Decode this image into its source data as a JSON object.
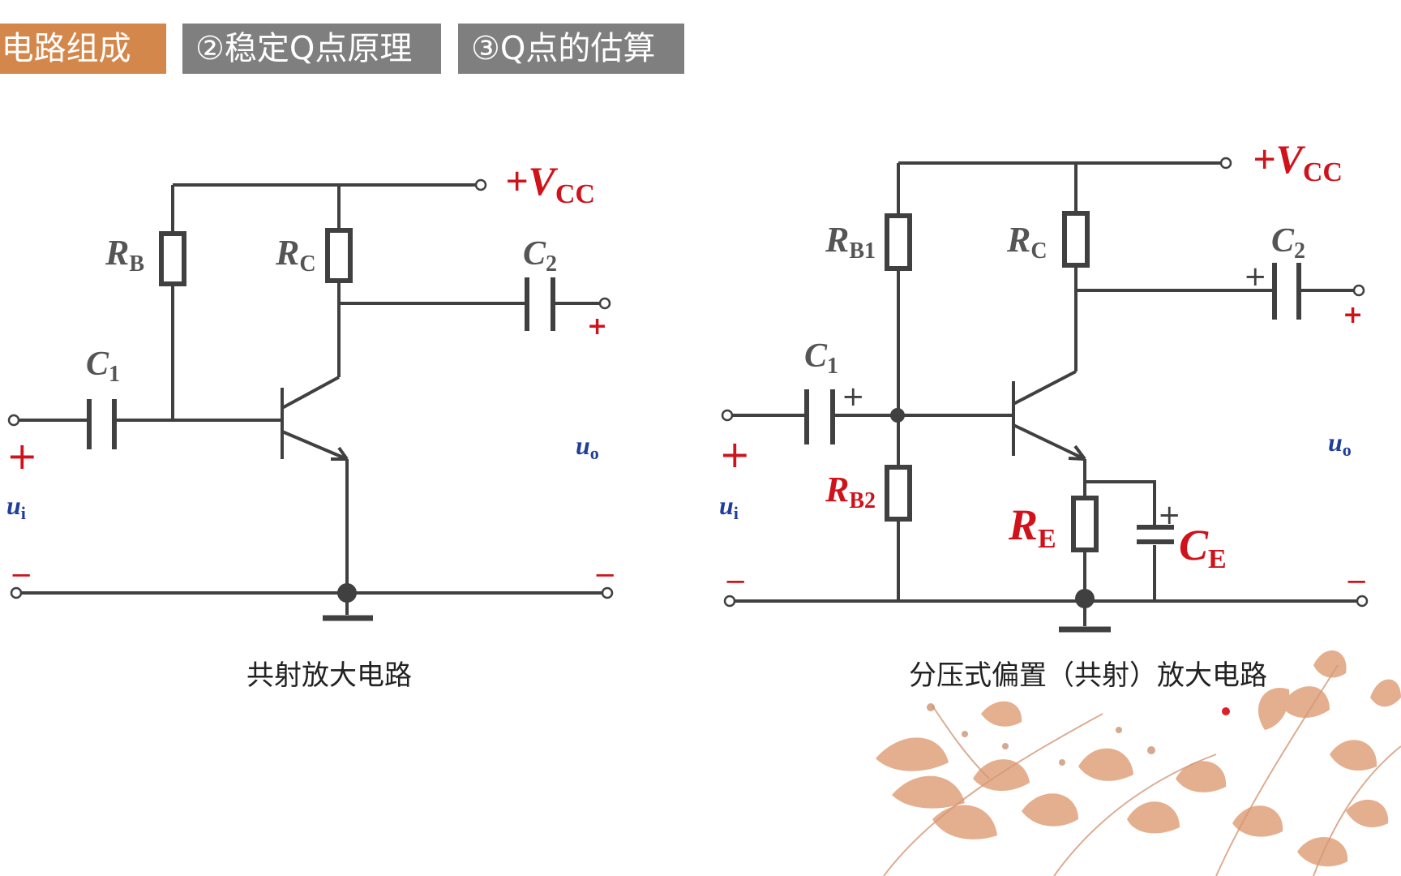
{
  "tabs": [
    {
      "label": ")电路组成",
      "active": true
    },
    {
      "label": "②稳定Q点原理",
      "active": false
    },
    {
      "label": "③Q点的估算",
      "active": false
    }
  ],
  "colors": {
    "active_tab": "#d4874b",
    "inactive_tab": "#7f7f7f",
    "wire": "#404040",
    "red_label": "#d0121b",
    "blue_label": "#1f3e9c"
  },
  "left_circuit": {
    "caption": "共射放大电路",
    "vcc": {
      "sign": "+",
      "main": "V",
      "sub": "CC"
    },
    "rb": {
      "main": "R",
      "sub": "B"
    },
    "rc": {
      "main": "R",
      "sub": "C"
    },
    "c1": {
      "main": "C",
      "sub": "1"
    },
    "c2": {
      "main": "C",
      "sub": "2"
    },
    "input": {
      "main": "u",
      "sub": "i",
      "plus": "+",
      "minus": "−"
    },
    "output": {
      "main": "u",
      "sub": "o",
      "plus": "+",
      "minus": "−"
    }
  },
  "right_circuit": {
    "caption": "分压式偏置（共射）放大电路",
    "vcc": {
      "sign": "+",
      "main": "V",
      "sub": "CC"
    },
    "rb1": {
      "main": "R",
      "sub": "B1"
    },
    "rb2": {
      "main": "R",
      "sub": "B2"
    },
    "rc": {
      "main": "R",
      "sub": "C"
    },
    "re": {
      "main": "R",
      "sub": "E"
    },
    "ce": {
      "main": "C",
      "sub": "E",
      "plus": "+"
    },
    "c1": {
      "main": "C",
      "sub": "1",
      "plus": "+"
    },
    "c2": {
      "main": "C",
      "sub": "2",
      "plus": "+"
    },
    "input": {
      "main": "u",
      "sub": "i",
      "plus": "+",
      "minus": "−"
    },
    "output": {
      "main": "u",
      "sub": "o",
      "plus": "+",
      "minus": "−"
    }
  },
  "decoration": "watercolor-floral-branch"
}
